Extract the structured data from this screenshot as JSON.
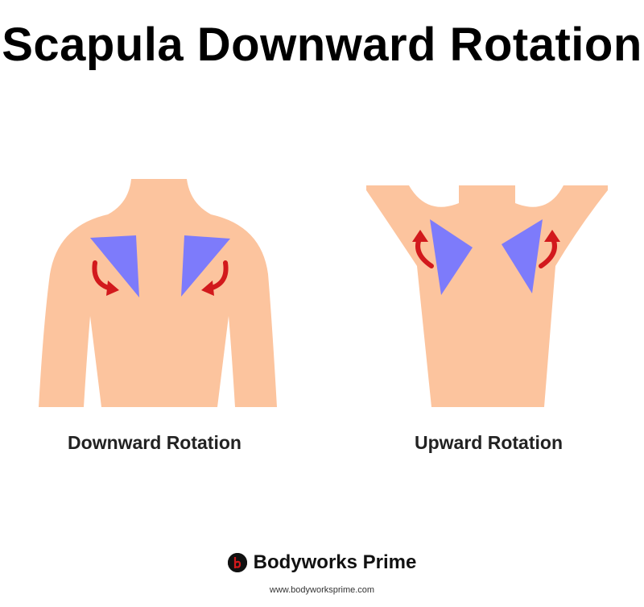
{
  "title": "Scapula Downward Rotation",
  "figures": {
    "left_caption": "Downward Rotation",
    "right_caption": "Upward Rotation"
  },
  "colors": {
    "skin": "#fcc49e",
    "scapula": "#7d7bfb",
    "arrow": "#d2191c"
  },
  "brand": {
    "name": "Bodyworks Prime",
    "url": "www.bodyworksprime.com",
    "logo_icon": "bodyworks-prime-logo"
  }
}
